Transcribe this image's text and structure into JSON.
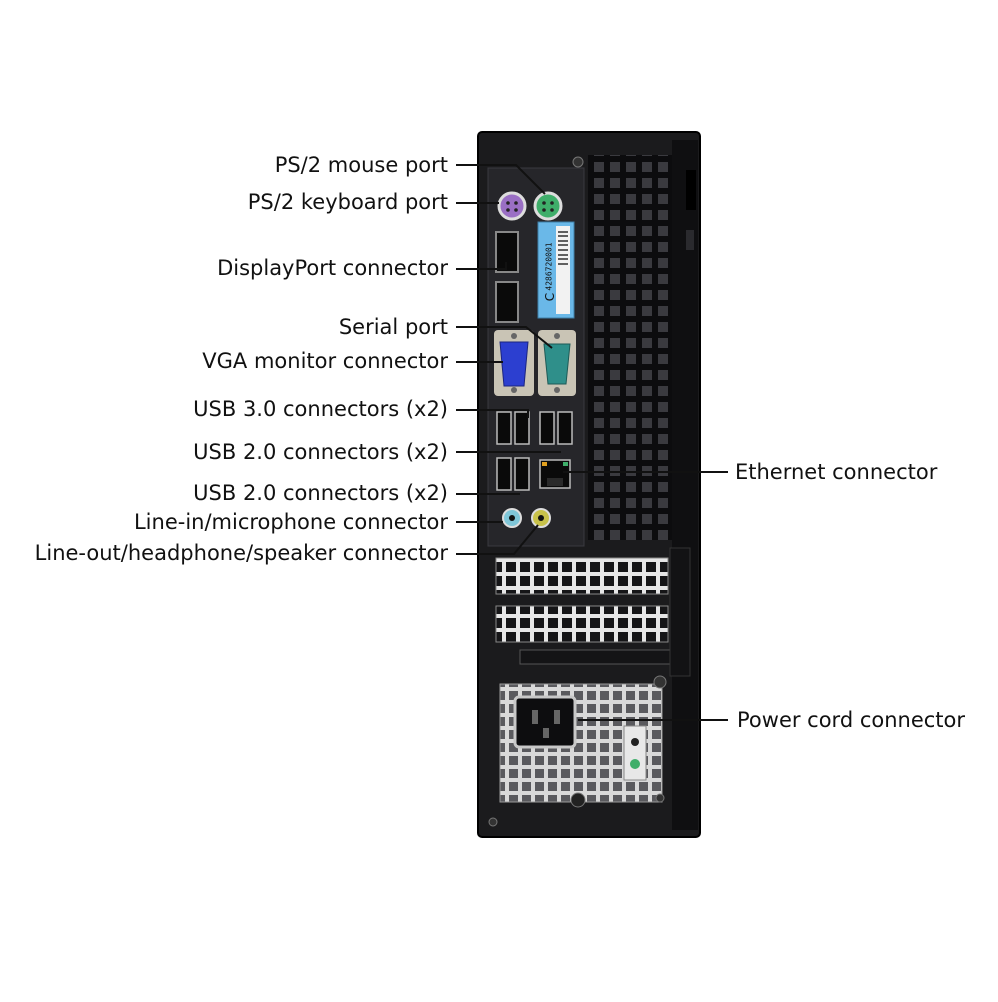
{
  "labels": {
    "ps2_mouse": "PS/2 mouse port",
    "ps2_keyboard": "PS/2 keyboard port",
    "displayport": "DisplayPort connector",
    "serial": "Serial port",
    "vga": "VGA monitor connector",
    "usb3": "USB 3.0 connectors (x2)",
    "usb2_a": "USB 2.0 connectors (x2)",
    "usb2_b": "USB 2.0 connectors (x2)",
    "line_in": "Line-in/microphone connector",
    "line_out": "Line-out/headphone/speaker connector",
    "ethernet": "Ethernet connector",
    "power": "Power cord connector"
  },
  "sticker": {
    "letter": "C",
    "code": "4286720001"
  },
  "colors": {
    "chassis": "#1b1b1d",
    "panel": "#26262a",
    "ps2_mouse": "#3fae6a",
    "ps2_keyboard": "#9a6fc4",
    "vga": "#2c3fd0",
    "serial": "#2f8f8a",
    "line_in": "#7fc6d8",
    "line_out": "#c8c24a",
    "sticker": "#6ab8e8"
  }
}
